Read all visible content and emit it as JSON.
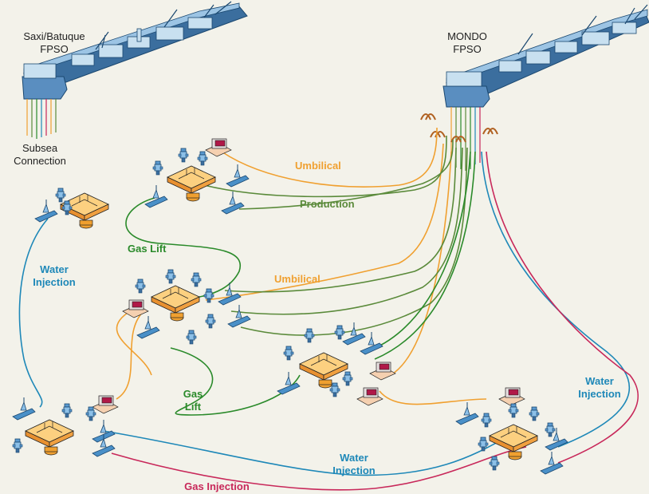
{
  "labels": {
    "saxi_fpso_line1": "Saxi/Batuque",
    "saxi_fpso_line2": "FPSO",
    "mondo_fpso_line1": "MONDO",
    "mondo_fpso_line2": "FPSO",
    "subsea_line1": "Subsea",
    "subsea_line2": "Connection",
    "umbilical_top": "Umbilical",
    "production": "Production",
    "gas_lift_top": "Gas Lift",
    "water_injection_left_line1": "Water",
    "water_injection_left_line2": "Injection",
    "umbilical_mid": "Umbilical",
    "gas_lift_mid_line1": "Gas",
    "gas_lift_mid_line2": "Lift",
    "water_injection_right_line1": "Water",
    "water_injection_right_line2": "Injection",
    "water_injection_bottom_line1": "Water",
    "water_injection_bottom_line2": "Injection",
    "gas_injection": "Gas Injection"
  },
  "colors": {
    "umbilical": "#f0a030",
    "production": "#5a8a3a",
    "gas_lift": "#2a8a2a",
    "water_injection": "#1e88b8",
    "gas_injection": "#c8285a",
    "ship_hull": "#3b6e9e",
    "ship_deck": "#9cc4e4",
    "manifold": "#f5b050",
    "background": "#f3f2ea"
  }
}
